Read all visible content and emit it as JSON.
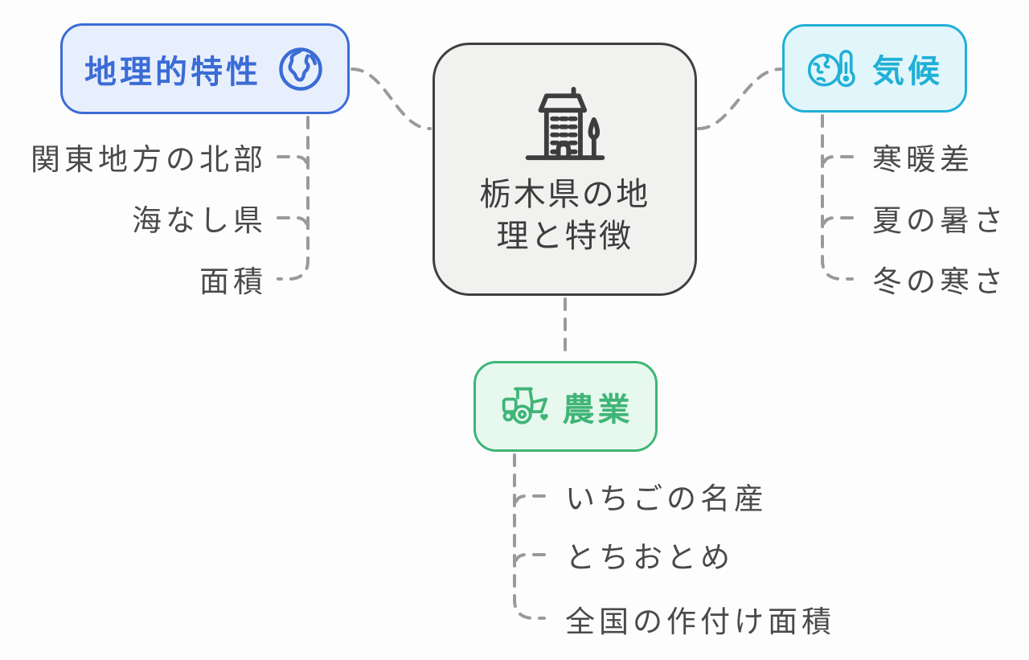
{
  "diagram": {
    "type": "mindmap",
    "center": {
      "label": "栃木県の地理と特徴",
      "icon": "building-icon"
    },
    "branches": [
      {
        "label": "地理的特性",
        "icon": "globe-icon",
        "accent": "#3b6cd6",
        "background": "#e8effc",
        "children": [
          "関東地方の北部",
          "海なし県",
          "面積"
        ]
      },
      {
        "label": "気候",
        "icon": "globe-thermometer-icon",
        "accent": "#21b0d6",
        "background": "#e1f6fb",
        "children": [
          "寒暖差",
          "夏の暑さ",
          "冬の寒さ"
        ]
      },
      {
        "label": "農業",
        "icon": "tractor-icon",
        "accent": "#3fb576",
        "background": "#e7f8ef",
        "children": [
          "いちごの名産",
          "とちおとめ",
          "全国の作付け面積"
        ]
      }
    ],
    "colors": {
      "center_border": "#3f3f3f",
      "center_background": "#f1f1ef",
      "center_text": "#3d3d3d",
      "connector": "#9a9a9a",
      "child_text": "#4a4a4a",
      "page_background": "#fdfdfd"
    }
  }
}
